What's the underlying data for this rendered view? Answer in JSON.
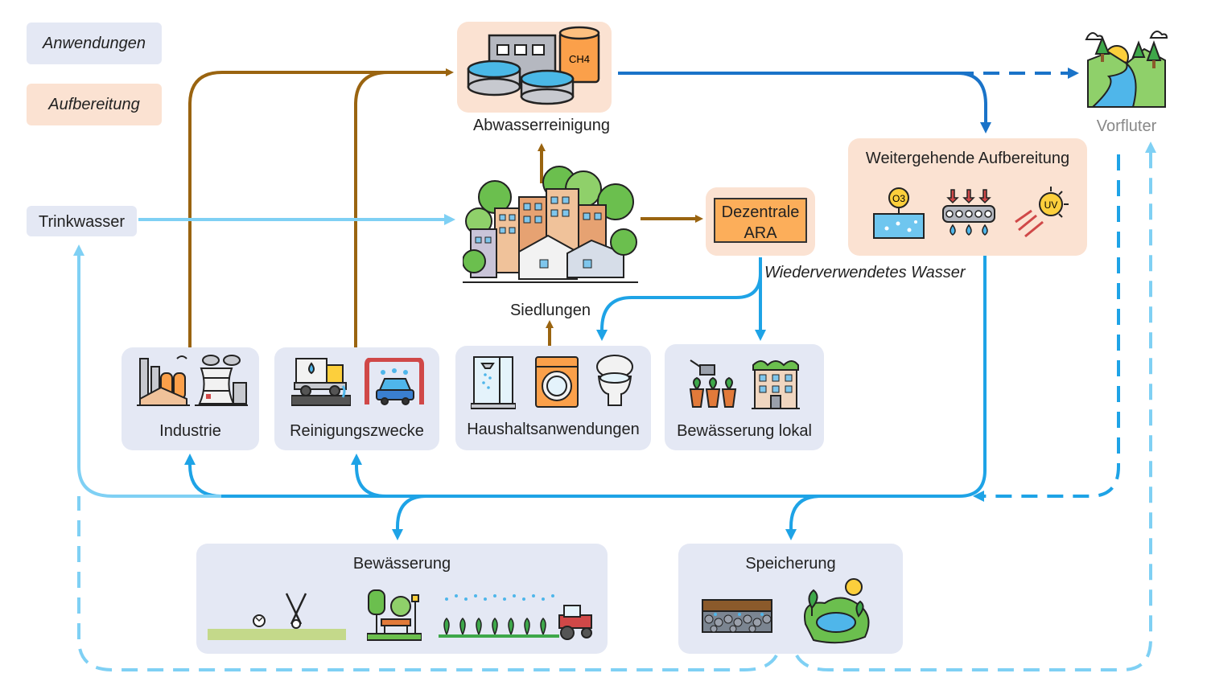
{
  "legend": {
    "applications": "Anwendungen",
    "treatment": "Aufbereitung"
  },
  "nodes": {
    "wastewater": "Abwasserreinigung",
    "receiving_water": "Vorfluter",
    "advanced_treatment": "Weitergehende Aufbereitung",
    "drinking_water": "Trinkwasser",
    "decentral_ara": "Dezentrale ARA",
    "settlements": "Siedlungen",
    "reused_water": "Wiederverwendetes Wasser",
    "industry": "Industrie",
    "cleaning": "Reinigungszwecke",
    "household": "Haushaltsanwendungen",
    "local_irrigation": "Bewässerung lokal",
    "irrigation": "Bewässerung",
    "storage": "Speicherung"
  },
  "icon_labels": {
    "methane": "CH4",
    "ozone": "O3",
    "uv": "UV"
  },
  "colors": {
    "brown": "#9a6410",
    "dark_blue": "#1a73c8",
    "mid_blue": "#1ea3e6",
    "light_blue": "#7fd0f4",
    "app_box": "#e4e8f4",
    "treat_box": "#fbe2d2",
    "ara_fill": "#fcae5a"
  },
  "icons": [
    "wastewater-plant-icon",
    "river-landscape-icon",
    "ozone-icon",
    "filter-icon",
    "uv-icon",
    "city-icon",
    "factory-icon",
    "power-plant-icon",
    "cleaning-truck-icon",
    "car-wash-icon",
    "shower-icon",
    "washing-machine-icon",
    "toilet-icon",
    "watering-plants-icon",
    "green-building-icon",
    "sports-field-icon",
    "park-icon",
    "agriculture-icon",
    "soil-storage-icon",
    "pond-icon"
  ]
}
